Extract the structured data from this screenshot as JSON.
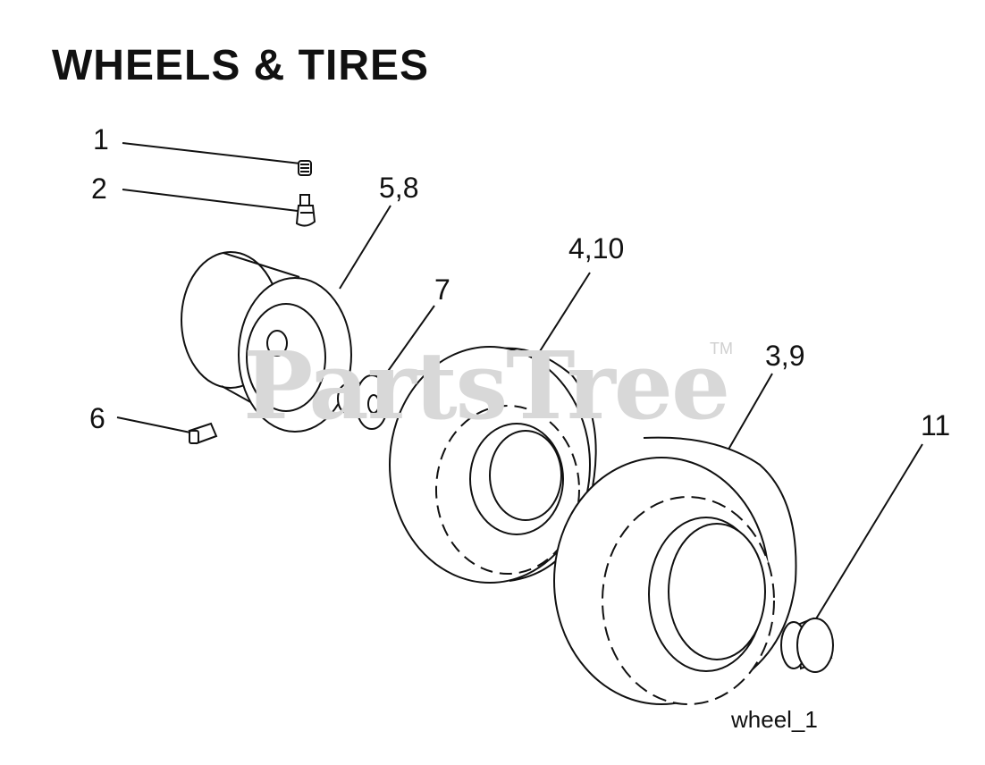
{
  "title": "WHEELS & TIRES",
  "figure_id": "wheel_1",
  "watermark": {
    "text": "PartsTree",
    "trademark": "TM"
  },
  "callouts": [
    {
      "key": "c1",
      "label": "1",
      "part": "valve-cap"
    },
    {
      "key": "c2",
      "label": "2",
      "part": "valve-stem"
    },
    {
      "key": "c58",
      "label": "5,8",
      "part": "rim"
    },
    {
      "key": "c7",
      "label": "7",
      "part": "bushing"
    },
    {
      "key": "c410",
      "label": "4,10",
      "part": "front-tire"
    },
    {
      "key": "c39",
      "label": "3,9",
      "part": "rear-tire"
    },
    {
      "key": "c6",
      "label": "6",
      "part": "grease-fitting"
    },
    {
      "key": "c11",
      "label": "11",
      "part": "hub-cap"
    }
  ],
  "colors": {
    "ink": "#111111",
    "watermark": "#d8d8d8",
    "background": "#ffffff"
  }
}
